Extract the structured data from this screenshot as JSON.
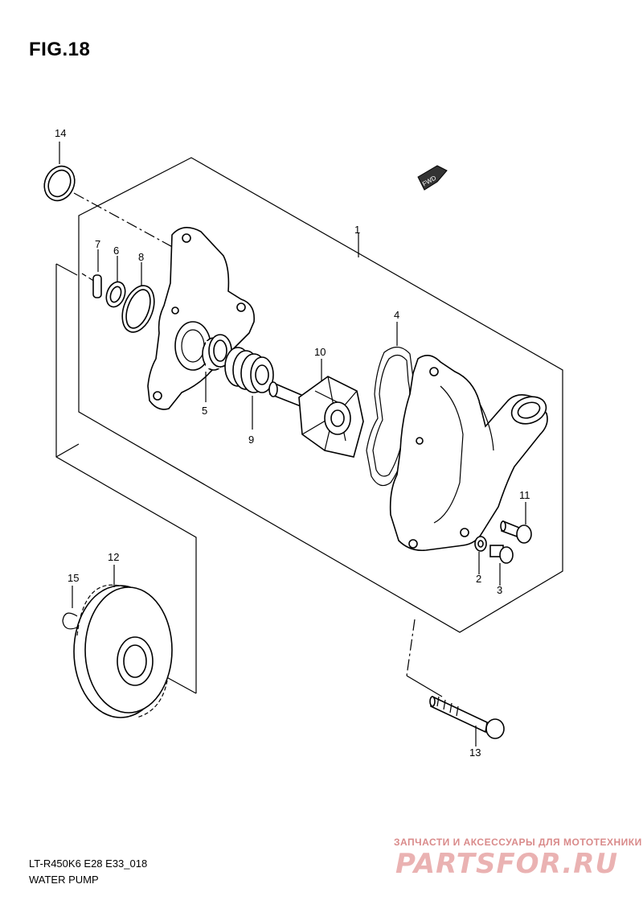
{
  "figure": {
    "title": "FIG.18"
  },
  "footer": {
    "model_code": "LT-R450K6 E28 E33_018",
    "diagram_name": "WATER PUMP"
  },
  "fwd_badge": "FWD",
  "watermark": {
    "tagline": "ЗАПЧАСТИ И АКСЕССУАРЫ ДЛЯ МОТОТЕХНИКИ",
    "logo": "PARTSFOR.RU"
  },
  "callouts": {
    "c1": "1",
    "c2": "2",
    "c3": "3",
    "c4": "4",
    "c5": "5",
    "c6": "6",
    "c7": "7",
    "c8": "8",
    "c9": "9",
    "c10": "10",
    "c11": "11",
    "c12": "12",
    "c13": "13",
    "c14": "14",
    "c15": "15"
  }
}
